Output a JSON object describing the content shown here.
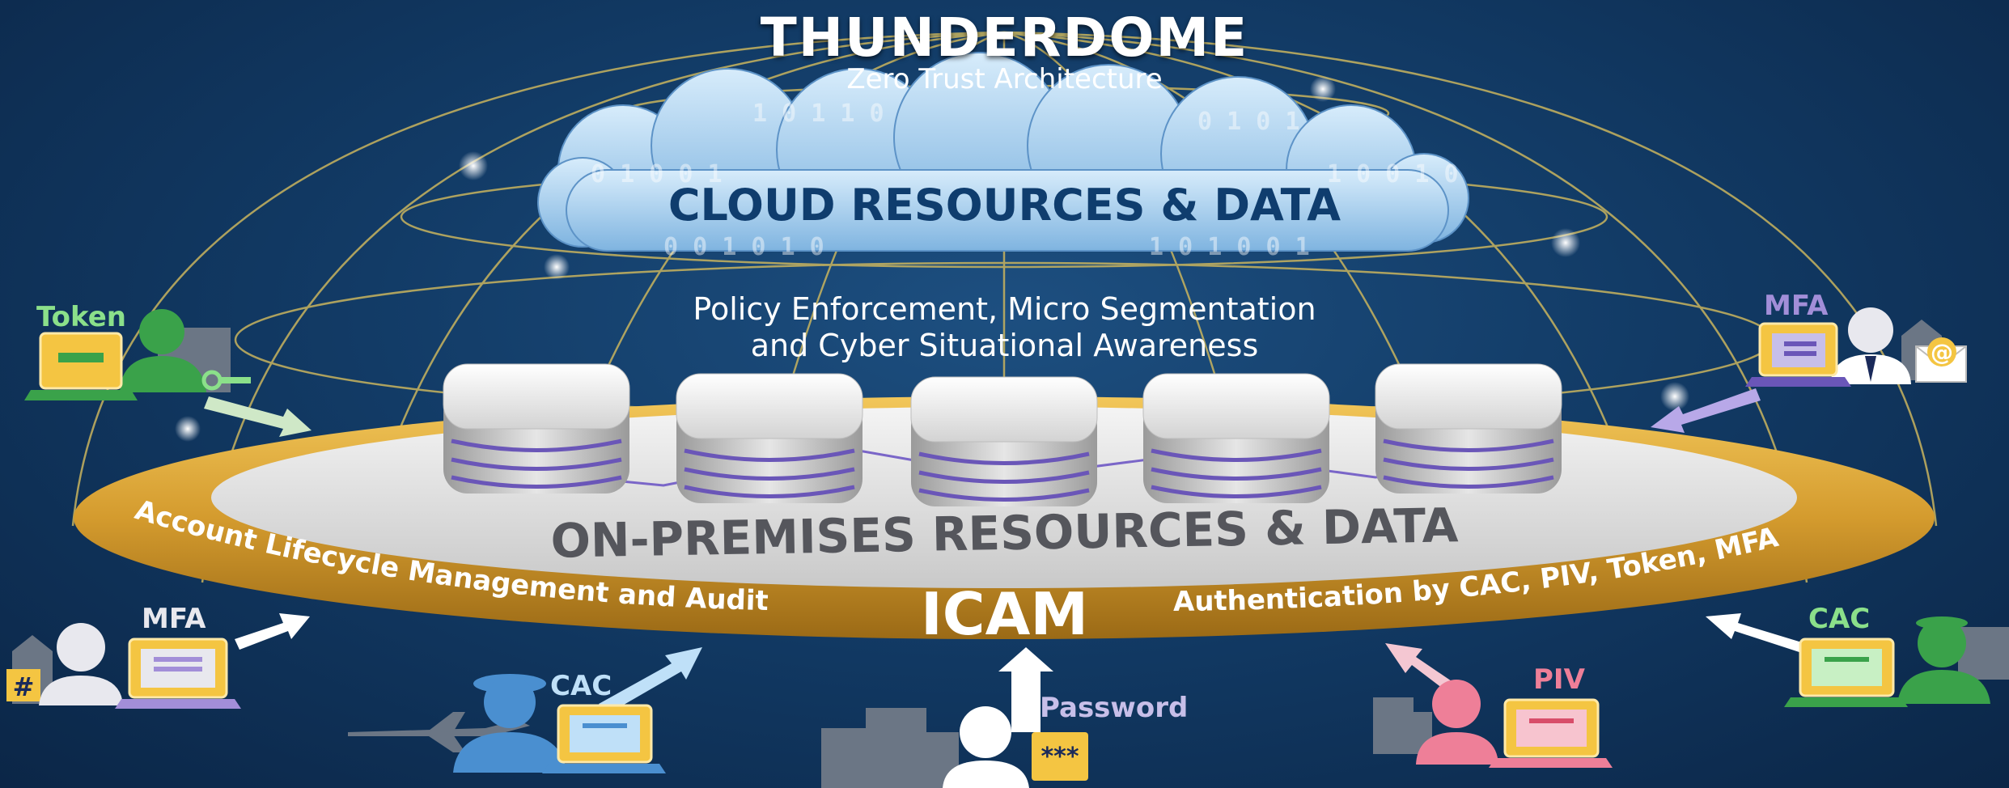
{
  "header": {
    "title": "THUNDERDOME",
    "subtitle": "Zero Trust Architecture"
  },
  "cloud": {
    "label": "CLOUD RESOURCES & DATA"
  },
  "policy": {
    "line1": "Policy Enforcement, Micro Segmentation",
    "line2": "and Cyber Situational Awareness"
  },
  "onprem": {
    "label": "ON-PREMISES RESOURCES & DATA"
  },
  "ring": {
    "center": "ICAM",
    "left": "Account Lifecycle Management and Audit",
    "right": "Authentication by CAC, PIV, Token, MFA"
  },
  "users": {
    "token": "Token",
    "mfa_right": "MFA",
    "mfa_left": "MFA",
    "cac_left": "CAC",
    "password": "Password",
    "password_mask": "***",
    "piv": "PIV",
    "cac_right": "CAC",
    "hash_symbol": "#",
    "email_symbol": "@"
  },
  "colors": {
    "background": "#123b66",
    "ring_gold": "#d8a838",
    "cloud_blue": "#a9d2f0",
    "server_accent": "#6a56b8",
    "token_green": "#8be08a",
    "mfa_purple": "#a28ed8",
    "cac_blue": "#8ec4ec",
    "piv_pink": "#ee7f98",
    "cac_green": "#8be08a"
  },
  "icons": [
    "laptop-icon",
    "person-icon",
    "building-icon",
    "airplane-icon",
    "email-icon",
    "key-icon",
    "arrow-icon",
    "server-icon",
    "cloud-icon"
  ]
}
